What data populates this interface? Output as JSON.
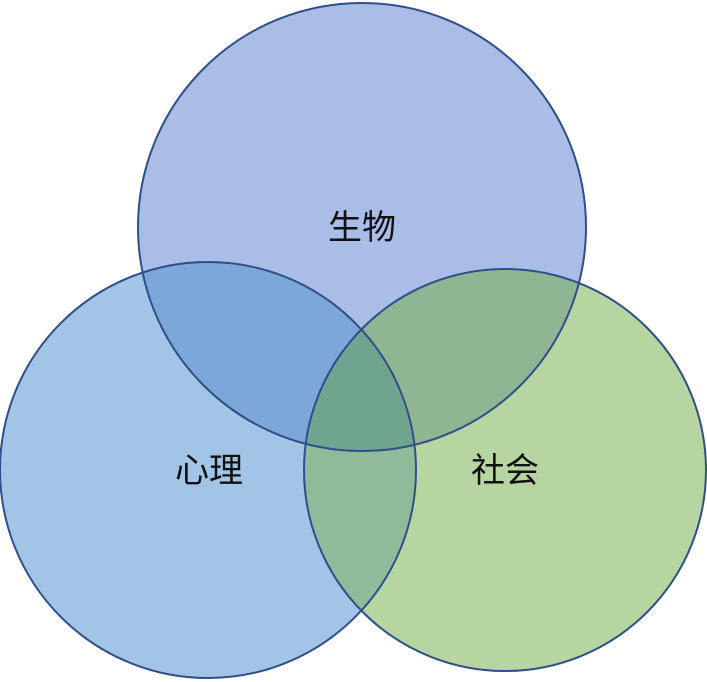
{
  "diagram": {
    "circles": [
      {
        "id": "biology",
        "label": "生物",
        "fill": "#A9BDE6",
        "stroke": "#2F4F8A"
      },
      {
        "id": "psychology",
        "label": "心理",
        "fill": "#A2C4E6",
        "stroke": "#2F4F8A"
      },
      {
        "id": "society",
        "label": "社会",
        "fill": "#B7D5A1",
        "stroke": "#2F4F8A"
      }
    ],
    "overlap_colors": {
      "biology_psychology": "#7DA7D8",
      "biology_society": "#8FB592",
      "psychology_society": "#8FBB9A",
      "all_three": "#6FA58F"
    }
  }
}
